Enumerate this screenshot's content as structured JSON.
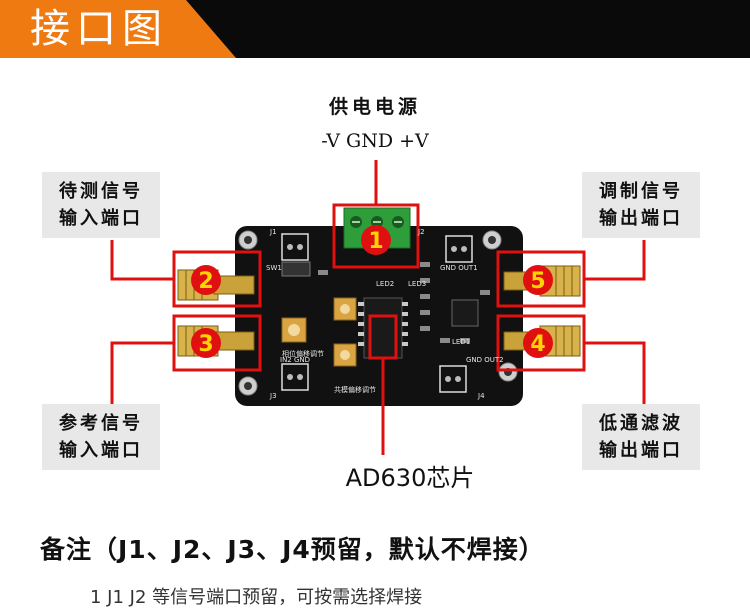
{
  "header": {
    "title": "接口图",
    "tab_color": "#f07a12"
  },
  "power": {
    "title": "供电电源",
    "pins": "-V  GND  +V"
  },
  "callouts": {
    "top_left": [
      "待测信号",
      "输入端口"
    ],
    "top_right": [
      "调制信号",
      "输出端口"
    ],
    "bottom_left": [
      "参考信号",
      "输入端口"
    ],
    "bottom_right": [
      "低通滤波",
      "输出端口"
    ]
  },
  "markers": [
    "1",
    "2",
    "3",
    "4",
    "5"
  ],
  "chip_label": "AD630芯片",
  "board_labels": {
    "j1": "J1",
    "j2": "J2",
    "j3": "J3",
    "j4": "J4",
    "out1": "GND OUT1",
    "out2": "GND OUT2",
    "in2": "IN2 GND",
    "sw1": "SW1",
    "led2": "LED2",
    "led3": "LED3",
    "led1": "LED1",
    "knob1": "相位偏移调节",
    "knob2": "共模偏移调节"
  },
  "note": "备注（J1、J2、J3、J4预留，默认不焊接）",
  "note_line2": "1 J1 J2 等信号端口预留，可按需选择焊接"
}
